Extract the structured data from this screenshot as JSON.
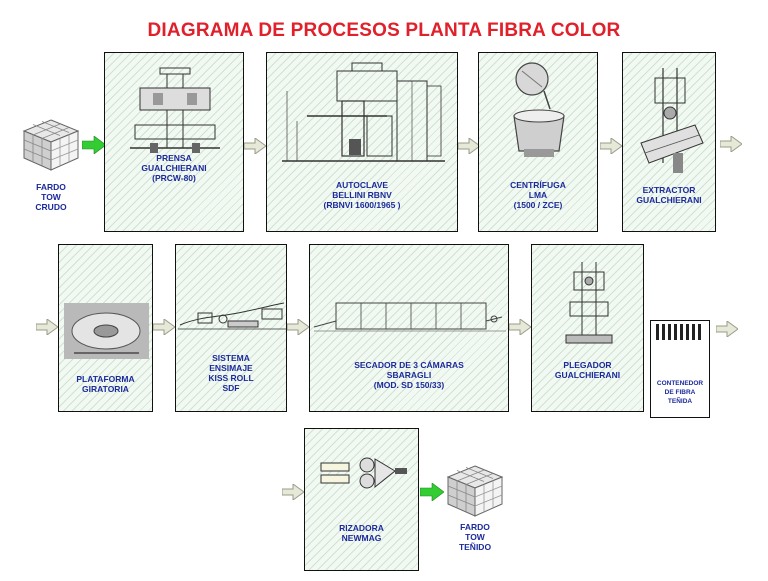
{
  "title": "DIAGRAMA DE PROCESOS PLANTA FIBRA COLOR",
  "colors": {
    "title": "#e0202a",
    "label": "#1b2a9c",
    "arrow_gray": "#c9cbb8",
    "arrow_green": "#33cc33"
  },
  "inputs": {
    "start": [
      "FARDO",
      "TOW",
      "CRUDO"
    ],
    "end": [
      "FARDO",
      "TOW",
      "TEÑIDO"
    ]
  },
  "steps": [
    {
      "lines": [
        "PRENSA",
        "GUALCHIERANI",
        "(PRCW-80)"
      ]
    },
    {
      "lines": [
        "AUTOCLAVE",
        "BELLINI RBNV",
        "(RBNVI 1600/1965 )"
      ]
    },
    {
      "lines": [
        "CENTRÍFUGA",
        "LMA",
        "(1500 / ZCE)"
      ]
    },
    {
      "lines": [
        "EXTRACTOR",
        "GUALCHIERANI"
      ]
    },
    {
      "lines": [
        "PLATAFORMA",
        "GIRATORIA"
      ]
    },
    {
      "lines": [
        "SISTEMA",
        "ENSIMAJE",
        "KISS ROLL",
        "SDF"
      ]
    },
    {
      "lines": [
        "SECADOR DE 3 CÁMARAS",
        "SBARAGLI",
        "(MOD. SD 150/33)"
      ]
    },
    {
      "lines": [
        "PLEGADOR",
        "GUALCHIERANI"
      ]
    },
    {
      "lines": [
        "RIZADORA",
        "NEWMAG"
      ]
    }
  ],
  "container": {
    "lines": [
      "CONTENEDOR",
      "DE FIBRA",
      "TEÑIDA"
    ]
  }
}
